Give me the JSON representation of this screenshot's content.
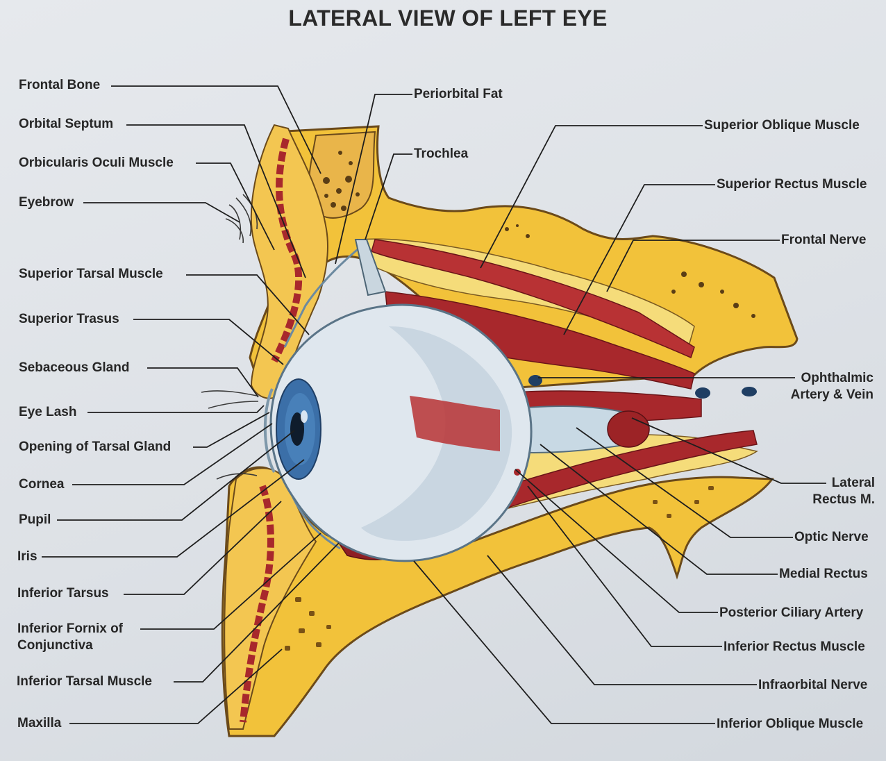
{
  "title": "LATERAL VIEW OF LEFT EYE",
  "colors": {
    "background": "#dfe3e8",
    "bone": "#f2c23a",
    "fat": "#f5dc7a",
    "muscle": "#a8282c",
    "sclera": "#dfe7ee",
    "iris": "#3b6fa8",
    "leader": "#1e1e1e"
  },
  "labels_left": [
    {
      "id": "frontal-bone",
      "text": "Frontal Bone"
    },
    {
      "id": "orbital-septum",
      "text": "Orbital Septum"
    },
    {
      "id": "orbicularis-oculi-muscle",
      "text": "Orbicularis Oculi Muscle"
    },
    {
      "id": "eyebrow",
      "text": "Eyebrow"
    },
    {
      "id": "superior-tarsal-muscle",
      "text": "Superior Tarsal Muscle"
    },
    {
      "id": "superior-trasus",
      "text": "Superior Trasus"
    },
    {
      "id": "sebaceous-gland",
      "text": "Sebaceous Gland"
    },
    {
      "id": "eye-lash",
      "text": "Eye Lash"
    },
    {
      "id": "opening-of-tarsal-gland",
      "text": "Opening of Tarsal Gland"
    },
    {
      "id": "cornea",
      "text": "Cornea"
    },
    {
      "id": "pupil",
      "text": "Pupil"
    },
    {
      "id": "iris",
      "text": "Iris"
    },
    {
      "id": "inferior-tarsus",
      "text": "Inferior Tarsus"
    },
    {
      "id": "inferior-fornix",
      "text": "Inferior Fornix of\nConjunctiva"
    },
    {
      "id": "inferior-tarsal-muscle",
      "text": "Inferior Tarsal  Muscle"
    },
    {
      "id": "maxilla",
      "text": "Maxilla"
    }
  ],
  "labels_top": [
    {
      "id": "periorbital-fat",
      "text": "Periorbital Fat"
    },
    {
      "id": "trochlea",
      "text": "Trochlea"
    }
  ],
  "labels_right": [
    {
      "id": "superior-oblique-muscle",
      "text": "Superior Oblique Muscle"
    },
    {
      "id": "superior-rectus-muscle",
      "text": "Superior Rectus Muscle"
    },
    {
      "id": "frontal-nerve",
      "text": "Frontal Nerve"
    },
    {
      "id": "ophthalmic-artery-vein",
      "text": "Ophthalmic\nArtery & Vein"
    },
    {
      "id": "lateral-rectus",
      "text": "Lateral\nRectus M."
    },
    {
      "id": "optic-nerve",
      "text": "Optic Nerve"
    },
    {
      "id": "medial-rectus",
      "text": "Medial Rectus"
    },
    {
      "id": "posterior-ciliary-artery",
      "text": "Posterior Ciliary Artery"
    },
    {
      "id": "inferior-rectus-muscle",
      "text": "Inferior Rectus Muscle"
    },
    {
      "id": "infraorbital-nerve",
      "text": "Infraorbital Nerve"
    },
    {
      "id": "inferior-oblique-muscle",
      "text": "Inferior Oblique Muscle"
    }
  ]
}
